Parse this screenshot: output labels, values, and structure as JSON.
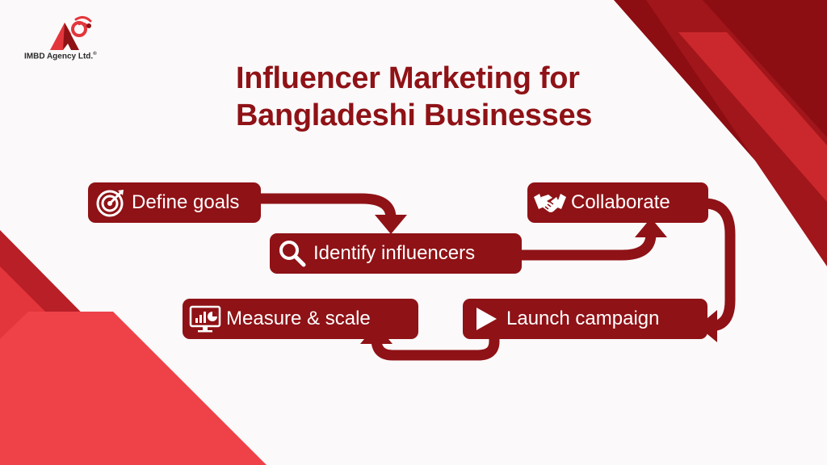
{
  "brand": {
    "name": "IMBD Agency Ltd.",
    "trademark": "®",
    "accent": "#8f1216",
    "bright_red": "#e3363c"
  },
  "title": {
    "line1": "Influencer Marketing for",
    "line2": "Bangladeshi Businesses"
  },
  "steps": [
    {
      "label": "Define goals",
      "icon": "target-icon"
    },
    {
      "label": "Identify influencers",
      "icon": "search-icon"
    },
    {
      "label": "Collaborate",
      "icon": "handshake-icon"
    },
    {
      "label": "Launch campaign",
      "icon": "play-icon"
    },
    {
      "label": "Measure & scale",
      "icon": "analytics-monitor-icon"
    }
  ]
}
